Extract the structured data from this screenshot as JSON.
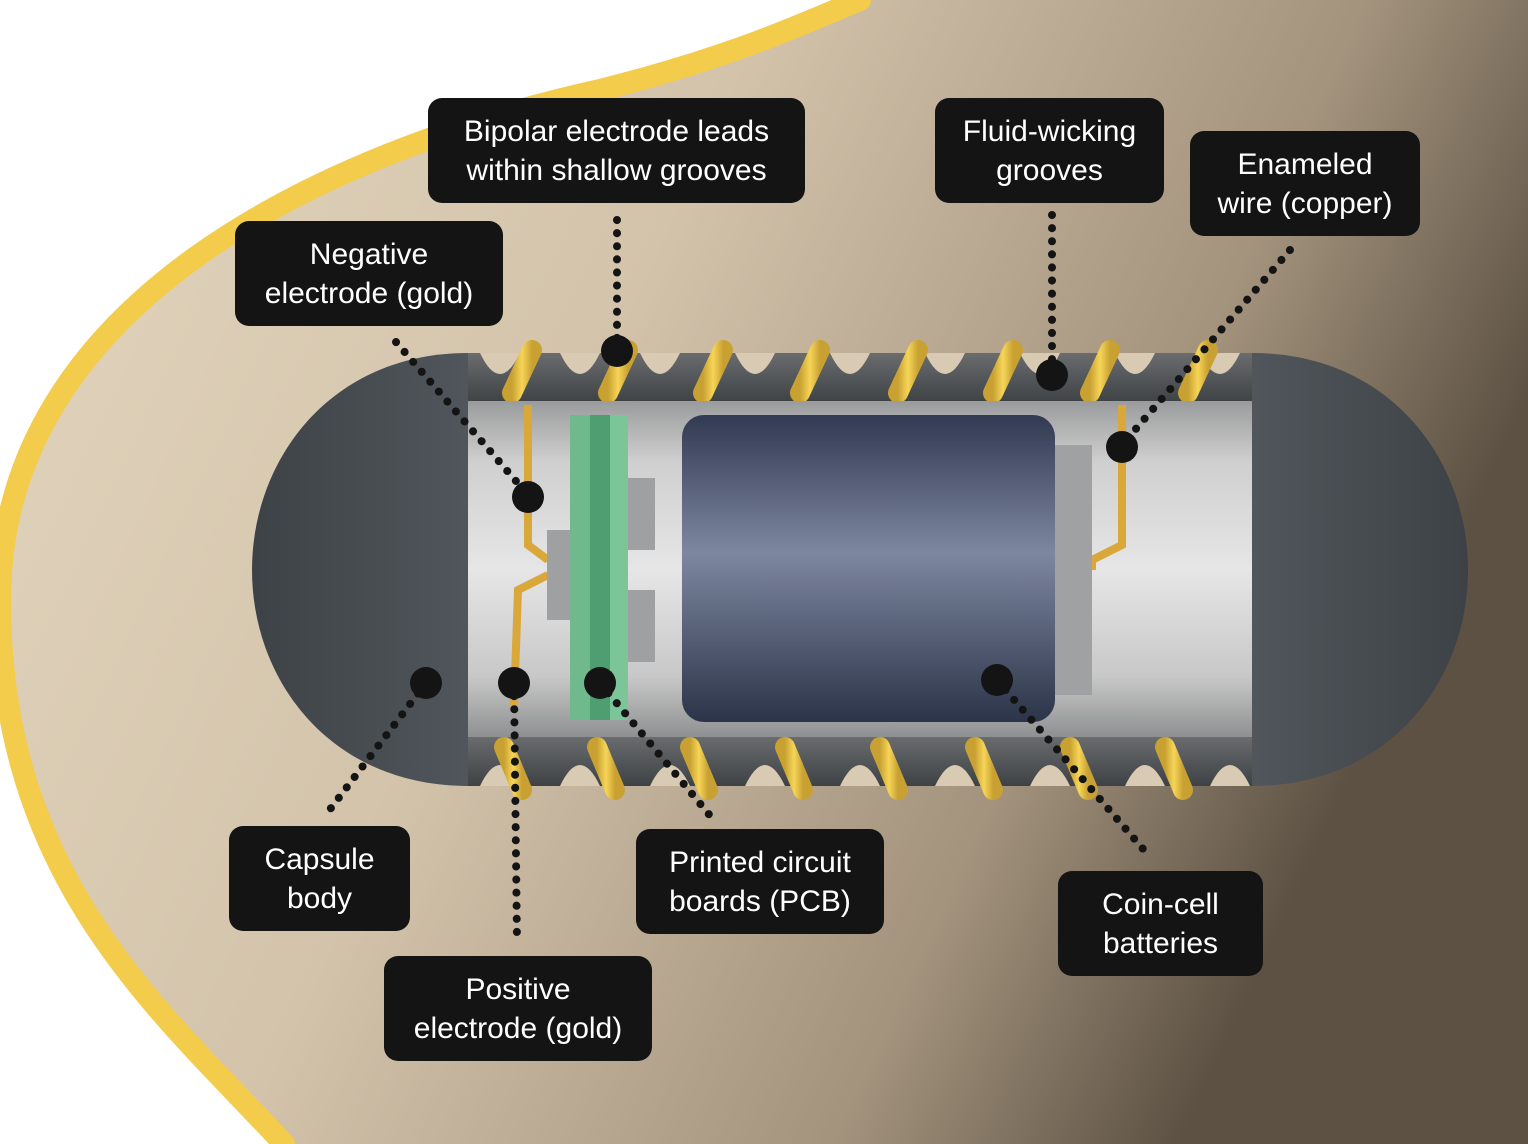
{
  "callouts": {
    "bipolar_leads": {
      "line1": "Bipolar electrode leads",
      "line2": "within shallow grooves"
    },
    "fluid_grooves": {
      "line1": "Fluid-wicking",
      "line2": "grooves"
    },
    "enameled_wire": {
      "line1": "Enameled",
      "line2": "wire (copper)"
    },
    "negative_electrode": {
      "line1": "Negative",
      "line2": "electrode (gold)"
    },
    "capsule_body": {
      "line1": "Capsule",
      "line2": "body"
    },
    "positive_electrode": {
      "line1": "Positive",
      "line2": "electrode (gold)"
    },
    "pcb": {
      "line1": "Printed circuit",
      "line2": "boards (PCB)"
    },
    "batteries": {
      "line1": "Coin-cell",
      "line2": "batteries"
    }
  },
  "colors": {
    "gold": "#f2cc4a",
    "capsule_dark": "#474c51",
    "battery_blue": "#3c4660",
    "pcb_green": "#6fb98c",
    "label_bg": "#141414",
    "background_tan": "#d8c9b2"
  }
}
